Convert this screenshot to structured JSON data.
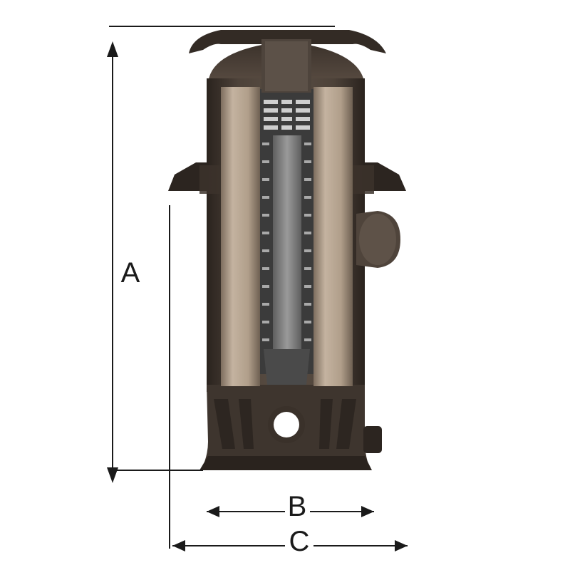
{
  "dimensions": {
    "height_label": "A",
    "base_width_label": "B",
    "overall_width_label": "C"
  },
  "colors": {
    "housing": "#4a3f37",
    "housing_dark": "#2f2822",
    "cartridge": "#b3a08c",
    "core": "#8c8c8c",
    "dimension_line": "#1a1a1a"
  }
}
